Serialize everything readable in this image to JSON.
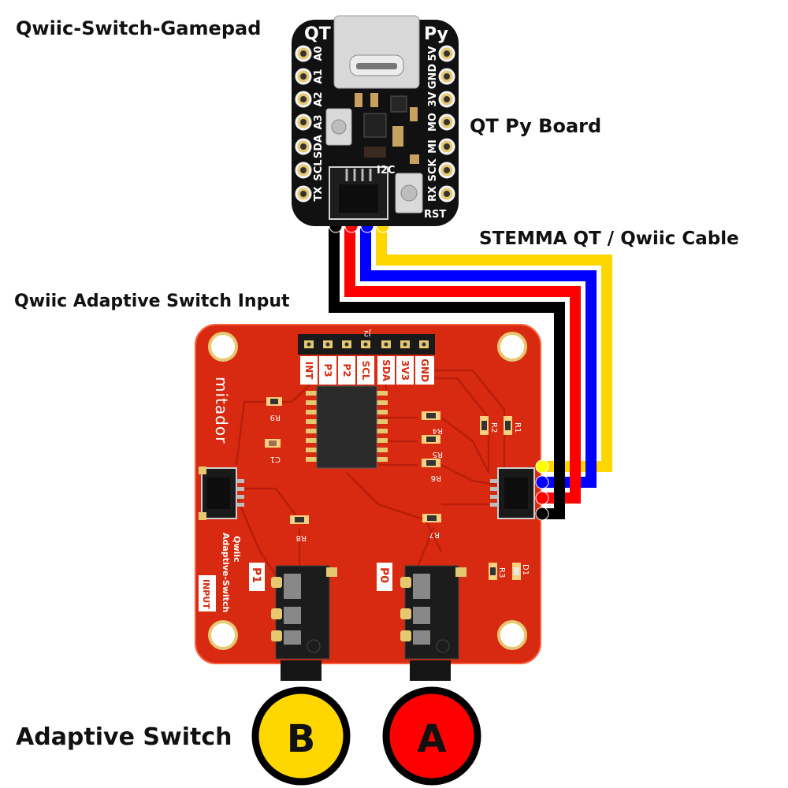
{
  "captions": {
    "title": "Qwiic-Switch-Gamepad",
    "qtpy": "QT Py Board",
    "cable": "STEMMA QT / Qwiic Cable",
    "adaptive_input": "Qwiic Adaptive Switch Input",
    "adaptive_switch": "Adaptive Switch"
  },
  "qtpy_board": {
    "brand_left": "QT",
    "brand_right": "Py",
    "left_pins": [
      "A0",
      "A1",
      "A2",
      "A3",
      "SDA",
      "SCL",
      "TX"
    ],
    "right_pins": [
      "5V",
      "GND",
      "3V",
      "MO",
      "MI",
      "SCK",
      "RX"
    ],
    "rst_label": "RST",
    "i2c_label": "I2C"
  },
  "cable_wires": [
    {
      "name": "black",
      "color": "#000000"
    },
    {
      "name": "red",
      "color": "#ff0000"
    },
    {
      "name": "blue",
      "color": "#0000ff"
    },
    {
      "name": "yellow",
      "color": "#ffd700"
    }
  ],
  "adaptive_board": {
    "header_label": "J2",
    "header_pins": [
      "INT",
      "P3",
      "P2",
      "SCL",
      "SDA",
      "3V3",
      "GND"
    ],
    "logo": "mitador",
    "components": [
      "R9",
      "C1",
      "R4",
      "R5",
      "R6",
      "R2",
      "R1",
      "R8",
      "R7",
      "R3",
      "D1"
    ],
    "silk_title_1": "Qwiic",
    "silk_title_2": "Adaptive-Switch",
    "input_label": "INPUT",
    "jack_labels": [
      "P1",
      "P0"
    ],
    "pcb_color": "#d82a10"
  },
  "switches": [
    {
      "label": "B",
      "color": "#ffd700"
    },
    {
      "label": "A",
      "color": "#ff0000"
    }
  ]
}
